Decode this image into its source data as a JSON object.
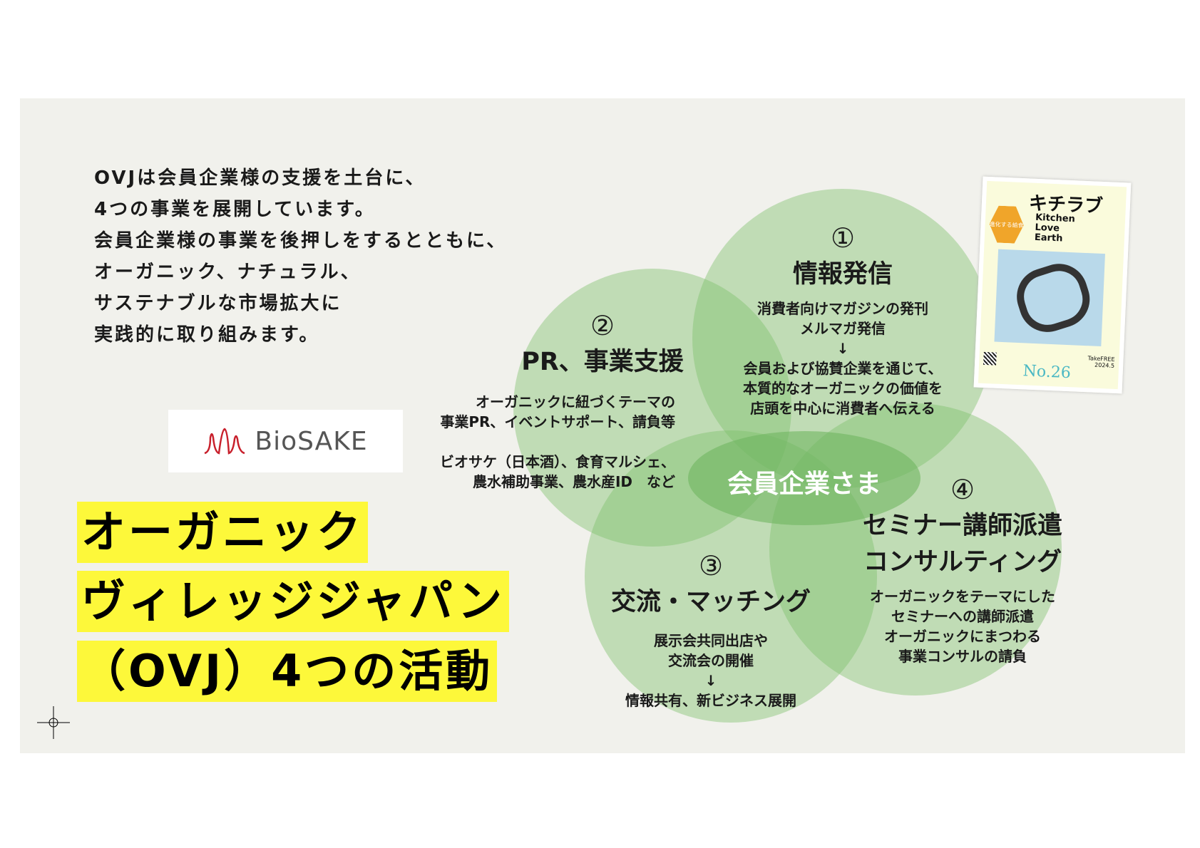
{
  "intro": [
    "OVJは会員企業様の支援を土台に、",
    "4つの事業を展開しています。",
    "会員企業様の事業を後押しをするとともに、",
    "オーガニック、ナチュラル、",
    "サステナブルな市場拡大に",
    "実践的に取り組みます。"
  ],
  "title": [
    "オーガニック",
    "ヴィレッジジャパン",
    "（OVJ）4つの活動"
  ],
  "logo": {
    "text": "BioSAKE"
  },
  "center": "会員企業さま",
  "activities": [
    {
      "num": "①",
      "heading": "情報発信",
      "lines": [
        "消費者向けマガジンの発刊",
        "メルマガ発信",
        "↓",
        "会員および協賛企業を通じて、",
        "本質的なオーガニックの価値を",
        "店頭を中心に消費者へ伝える"
      ]
    },
    {
      "num": "②",
      "heading": "PR、事業支援",
      "lines": [
        "オーガニックに紐づくテーマの",
        "事業PR、イベントサポート、請負等",
        "",
        "ビオサケ（日本酒）、食育マルシェ、",
        "農水補助事業、農水産ID　など"
      ]
    },
    {
      "num": "③",
      "heading": "交流・マッチング",
      "lines": [
        "展示会共同出店や",
        "交流会の開催",
        "↓",
        "情報共有、新ビジネス展開"
      ]
    },
    {
      "num": "④",
      "heading": [
        "セミナー講師派遣",
        "コンサルティング"
      ],
      "lines": [
        "オーガニックをテーマにした",
        "セミナーへの講師派遣",
        "オーガニックにまつわる",
        "事業コンサルの請負"
      ]
    }
  ],
  "magazine": {
    "title": "キチラブ",
    "subtitle": "Kitchen Love Earth",
    "feature": "進化する給食",
    "number": "No.26",
    "take_free": "TakeFREE",
    "date": "2024.5"
  },
  "colors": {
    "circle": "#7bbf6a",
    "highlight": "#fdf83a",
    "panel": "#f1f1ec"
  }
}
